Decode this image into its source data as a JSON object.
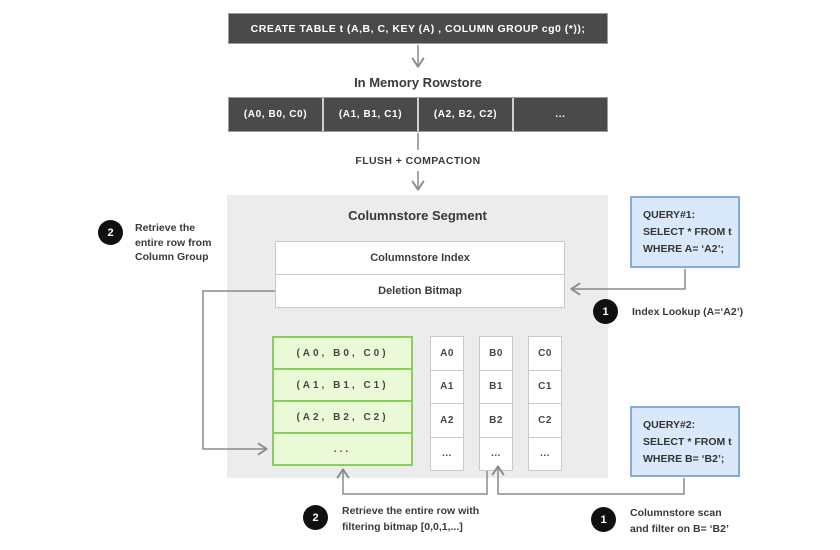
{
  "create_table": "CREATE TABLE  t (A,B, C, KEY (A) , COLUMN GROUP cg0 (*));",
  "rowstore": {
    "title": "In Memory Rowstore",
    "cells": [
      "(A0, B0, C0)",
      "(A1, B1, C1)",
      "(A2, B2, C2)",
      "..."
    ]
  },
  "flush_label": "FLUSH + COMPACTION",
  "segment": {
    "title": "Columnstore Segment",
    "index_label": "Columnstore Index",
    "bitmap_label": "Deletion Bitmap",
    "column_group_rows": [
      "(A0, B0, C0)",
      "(A1, B1, C1)",
      "(A2, B2, C2)",
      "..."
    ],
    "columns": {
      "a": [
        "A0",
        "A1",
        "A2",
        "..."
      ],
      "b": [
        "B0",
        "B1",
        "B2",
        "..."
      ],
      "c": [
        "C0",
        "C1",
        "C2",
        "..."
      ]
    }
  },
  "query1": {
    "lines": [
      "QUERY#1:",
      "SELECT * FROM t",
      "WHERE A= ‘A2’;"
    ]
  },
  "query2": {
    "lines": [
      "QUERY#2:",
      "SELECT * FROM t",
      "WHERE B= ‘B2’;"
    ]
  },
  "annotations": {
    "retrieve_column_group": {
      "badge": "2",
      "lines": [
        "Retrieve the",
        "entire row from",
        "Column Group"
      ]
    },
    "index_lookup": {
      "badge": "1",
      "lines": [
        "Index Lookup (A=‘A2’)"
      ]
    },
    "retrieve_filtering_bitmap": {
      "badge": "2",
      "lines": [
        "Retrieve the entire row with",
        "filtering bitmap [0,0,1,...]"
      ]
    },
    "columnstore_scan": {
      "badge": "1",
      "lines": [
        "Columnstore scan",
        "and filter on B= ‘B2’"
      ]
    }
  },
  "colors": {
    "dark_bar": "#4a4a4a",
    "segment_bg": "#ececec",
    "green_border": "#8bce5e",
    "green_bg": "#eafad6",
    "blue_border": "#86abd9",
    "blue_bg": "#d9e8fa",
    "badge": "#101010",
    "connector": "#8a8a8a"
  }
}
